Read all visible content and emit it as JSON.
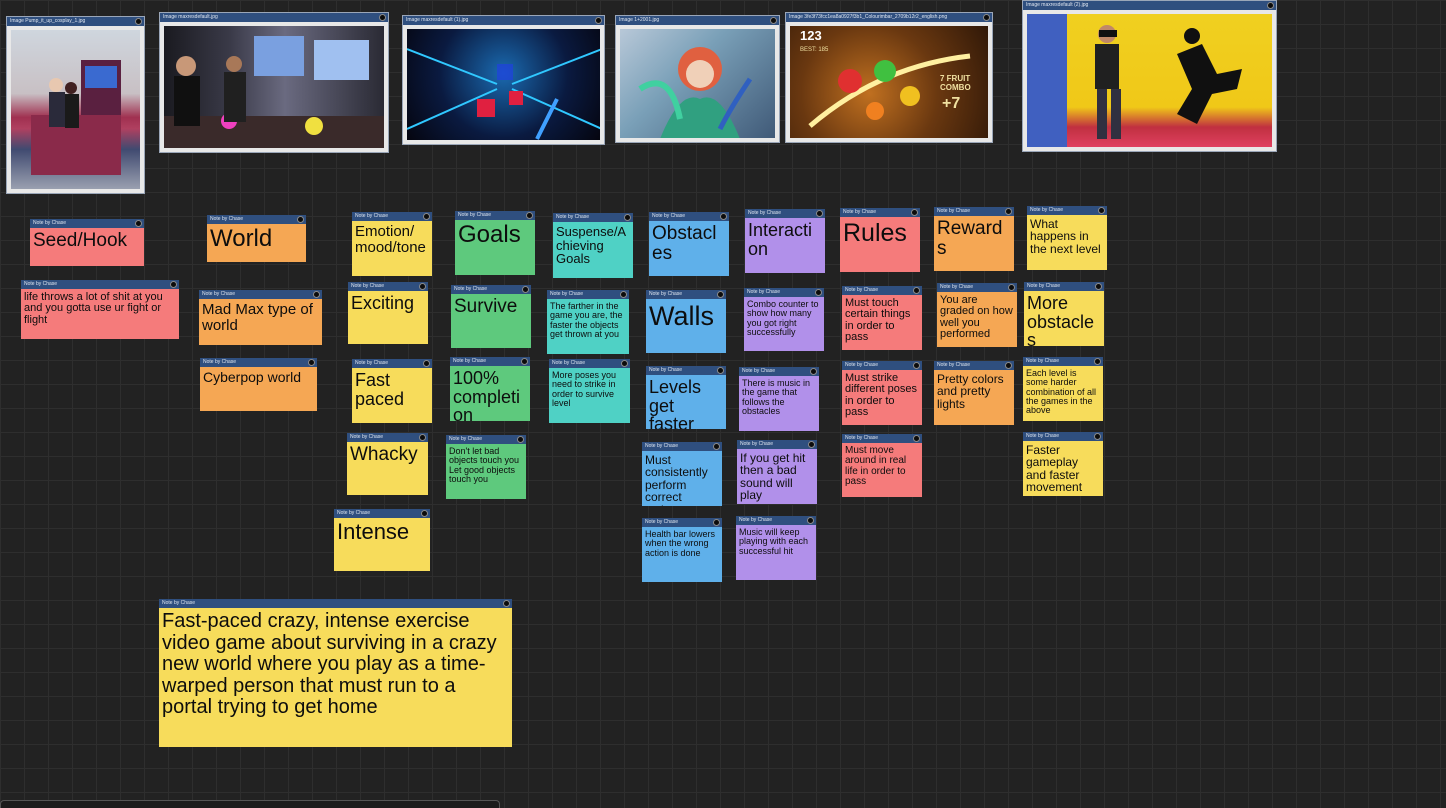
{
  "images": [
    {
      "title": "Image  Pump_it_up_cosplay_1.jpg"
    },
    {
      "title": "Image  maxresdefault.jpg"
    },
    {
      "title": "Image  maxresdefault (1).jpg"
    },
    {
      "title": "Image  1+2001.jpg"
    },
    {
      "title": "Image  3fe3f73fcc1ea8a0927f3b1_Colourimbar_2709b12r2_english.png"
    },
    {
      "title": "Image  maxresdefault (2).jpg"
    }
  ],
  "note_header": "Note    by Chase",
  "notes": {
    "seed_hook": "Seed/Hook",
    "seed_hook_detail": "life throws a lot of shit at you and you gotta use ur fight or flight",
    "world": "World",
    "world_mad_max": "Mad Max type of world",
    "world_cyberpop": "Cyberpop world",
    "emotion": "Emotion/ mood/tone",
    "emotion_exciting": "Exciting",
    "emotion_fast": "Fast paced",
    "emotion_whacky": "Whacky",
    "emotion_intense": "Intense",
    "goals": "Goals",
    "goals_survive": "Survive",
    "goals_completion": "100% completion",
    "goals_objects": "Don't let bad objects touch you\nLet good objects touch you",
    "suspense": "Suspense/Achieving Goals",
    "suspense_farther": "The farther in the game you are, the faster the objects get thrown at you",
    "suspense_poses": "More poses you need to strike in order to survive level",
    "obstacles": "Obstacles",
    "obstacles_walls": "Walls",
    "obstacles_levels": "Levels get faster",
    "obstacles_perform": "Must consistently perform correct actions",
    "obstacles_health": "Health bar lowers when the wrong action is done",
    "interaction": "Interaction",
    "interaction_combo": "Combo counter to show how many you got right successfully",
    "interaction_music": "There is music in the game that follows the obstacles",
    "interaction_bad_sound": "If you get hit then a bad sound will play",
    "interaction_keep_playing": "Music will keep playing with each successful hit",
    "rules": "Rules",
    "rules_touch": "Must touch certain things in order to pass",
    "rules_strike": "Must strike different poses in order to pass",
    "rules_move": "Must move around in real life in order to pass",
    "rewards": "Rewards",
    "rewards_graded": "You are graded on how well you performed",
    "rewards_colors": "Pretty colors and pretty lights",
    "next_level": "What happens in the next level",
    "next_more_obstacles": "More obstacles",
    "next_harder": "Each level is some harder combination of all the games in the above",
    "next_faster": "Faster gameplay and faster movement",
    "summary": "Fast-paced crazy, intense exercise video game about surviving in a crazy new world where you play as a time-warped person that must run to a portal trying to get home"
  },
  "colors": {
    "red": "#f57b7b",
    "orange": "#f5a754",
    "yellow": "#f7dc5b",
    "green": "#5ec97d",
    "teal": "#4fd1c5",
    "blue": "#5fb0ea",
    "purple": "#b190ea",
    "header": "#2f4f7f"
  }
}
